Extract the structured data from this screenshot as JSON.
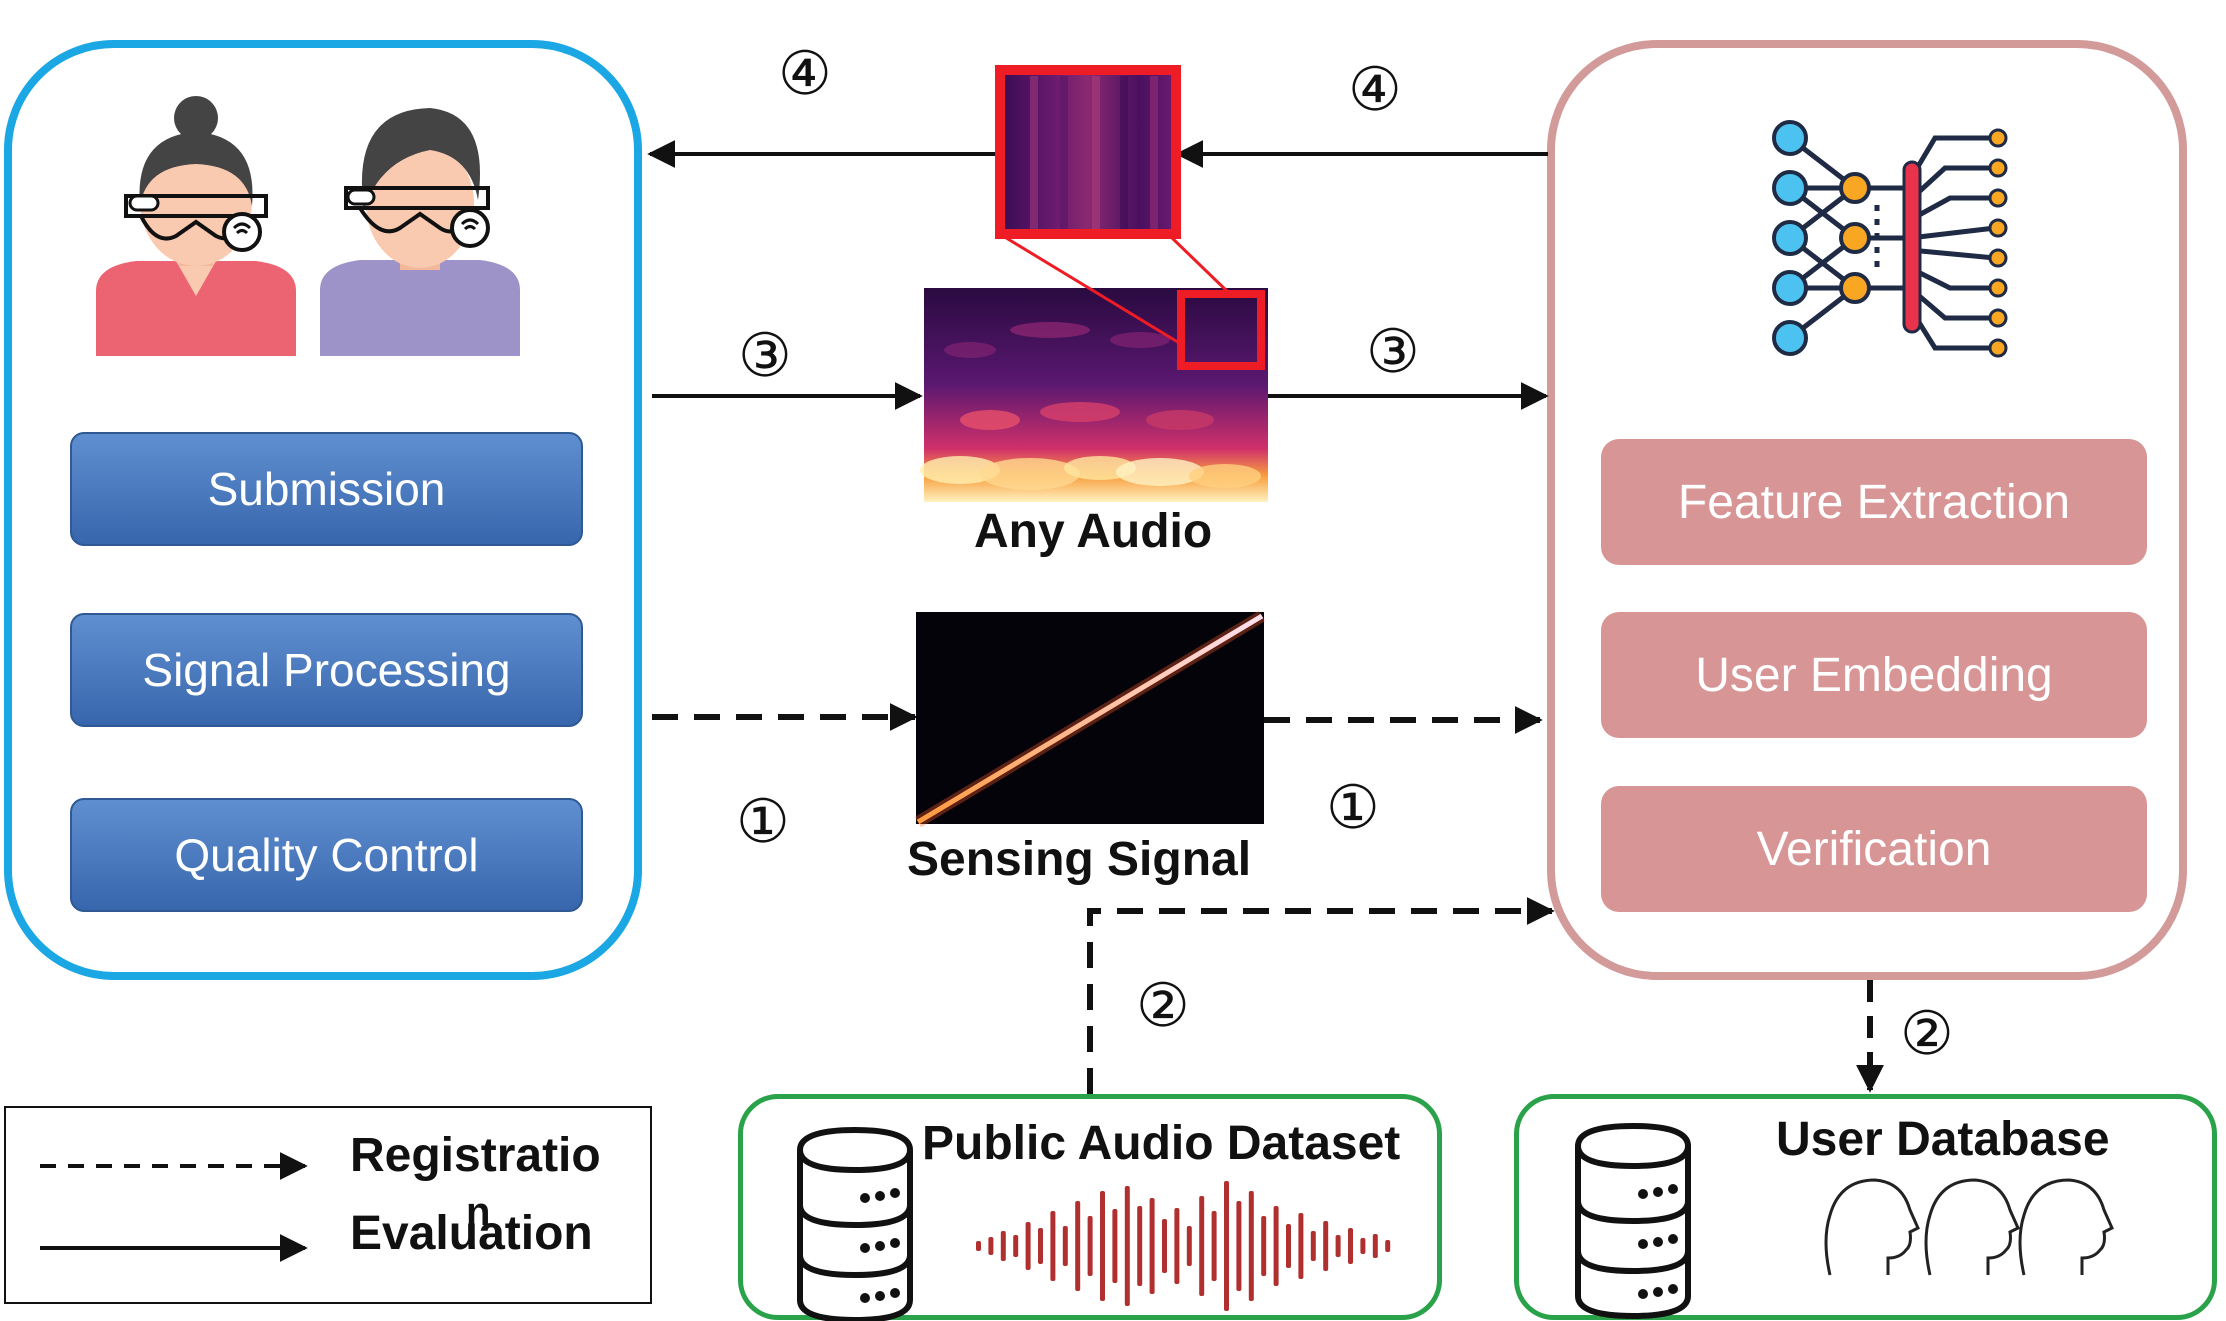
{
  "left_panel": {
    "buttons": [
      "Submission",
      "Signal Processing",
      "Quality Control"
    ]
  },
  "right_panel": {
    "buttons": [
      "Feature Extraction",
      "User Embedding",
      "Verification"
    ]
  },
  "center": {
    "any_audio_label": "Any Audio",
    "sensing_signal_label": "Sensing Signal"
  },
  "steps": {
    "one": "①",
    "two": "②",
    "three": "③",
    "four": "④"
  },
  "public_dataset": {
    "title": "Public Audio Dataset"
  },
  "user_database": {
    "title": "User Database"
  },
  "legend": {
    "registration": "Registratio",
    "registration_wrap": "n",
    "evaluation": "Evaluation"
  },
  "colors": {
    "left_border": "#1aa7e4",
    "right_border": "#d39a9a",
    "green_border": "#2aa24a",
    "blue_button": "#4a78bf",
    "pink_button": "#d89595",
    "highlight_red": "#ee1c24",
    "waveform": "#b03030"
  }
}
